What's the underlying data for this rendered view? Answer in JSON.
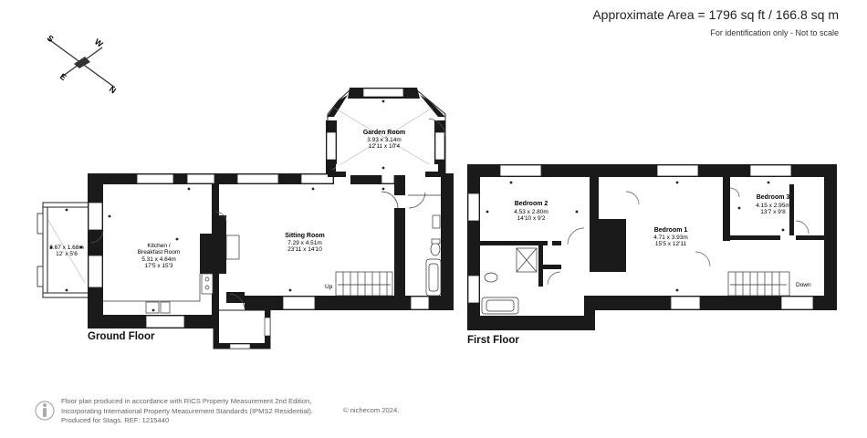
{
  "header": {
    "area": "Approximate Area = 1796 sq ft / 166.8 sq m",
    "note": "For identification only - Not to scale"
  },
  "compass": {
    "n": "N",
    "s": "S",
    "e": "E",
    "w": "W"
  },
  "floors": {
    "ground": "Ground Floor",
    "first": "First Floor"
  },
  "rooms": {
    "garden_room": {
      "name": "Garden Room",
      "metric": "3.93 x 3.14m",
      "imperial": "12'11 x 10'4"
    },
    "porch": {
      "metric": "3.67 x 1.68m",
      "imperial": "12' x 5'6"
    },
    "kitchen": {
      "name1": "Kitchen /",
      "name2": "Breakfast Room",
      "metric": "5.31 x 4.64m",
      "imperial": "17'5 x 15'3"
    },
    "sitting": {
      "name": "Sitting Room",
      "metric": "7.29 x 4.51m",
      "imperial": "23'11 x 14'10"
    },
    "bedroom2": {
      "name": "Bedroom 2",
      "metric": "4.53 x 2.80m",
      "imperial": "14'10 x 9'2"
    },
    "bedroom1": {
      "name": "Bedroom 1",
      "metric": "4.71 x 3.93m",
      "imperial": "15'5 x 12'11"
    },
    "bedroom3": {
      "name": "Bedroom 3",
      "metric": "4.15 x 2.95m",
      "imperial": "13'7 x 9'8"
    }
  },
  "stairs": {
    "up": "Up",
    "down": "Down"
  },
  "footer": {
    "line1": "Floor plan produced in accordance with RICS Property Measurement 2nd Edition,",
    "line2": "Incorporating International Property Measurement Standards (IPMS2 Residential).",
    "line3": "Produced for Stags.    REF: 1215440",
    "credit": "© nichecom 2024."
  }
}
